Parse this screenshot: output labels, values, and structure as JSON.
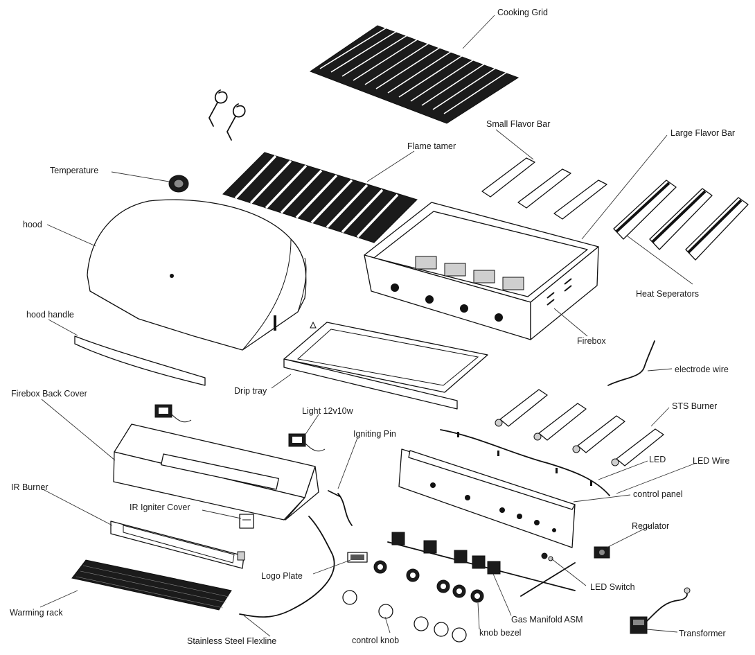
{
  "labels": {
    "cooking_grid": "Cooking Grid",
    "small_flavor_bar": "Small Flavor Bar",
    "large_flavor_bar": "Large Flavor Bar",
    "flame_tamer": "Flame tamer",
    "temperature": "Temperature",
    "hood": "hood",
    "heat_seperators": "Heat Seperators",
    "hood_handle": "hood handle",
    "firebox": "Firebox",
    "drip_tray": "Drip tray",
    "electrode_wire": "electrode wire",
    "firebox_back_cover": "Firebox Back Cover",
    "light": "Light 12v10w",
    "sts_burner": "STS Burner",
    "igniting_pin": "Igniting Pin",
    "led": "LED",
    "led_wire": "LED Wire",
    "ir_burner": "IR Burner",
    "control_panel": "control panel",
    "ir_igniter_cover": "IR Igniter Cover",
    "regulator": "Regulator",
    "logo_plate": "Logo Plate",
    "led_switch": "LED Switch",
    "warming_rack": "Warming rack",
    "gas_manifold": "Gas Manifold ASM",
    "stainless_steel_flexline": "Stainless Steel Flexline",
    "control_knob": "control knob",
    "knob_bezel": "knob bezel",
    "transformer": "Transformer"
  }
}
